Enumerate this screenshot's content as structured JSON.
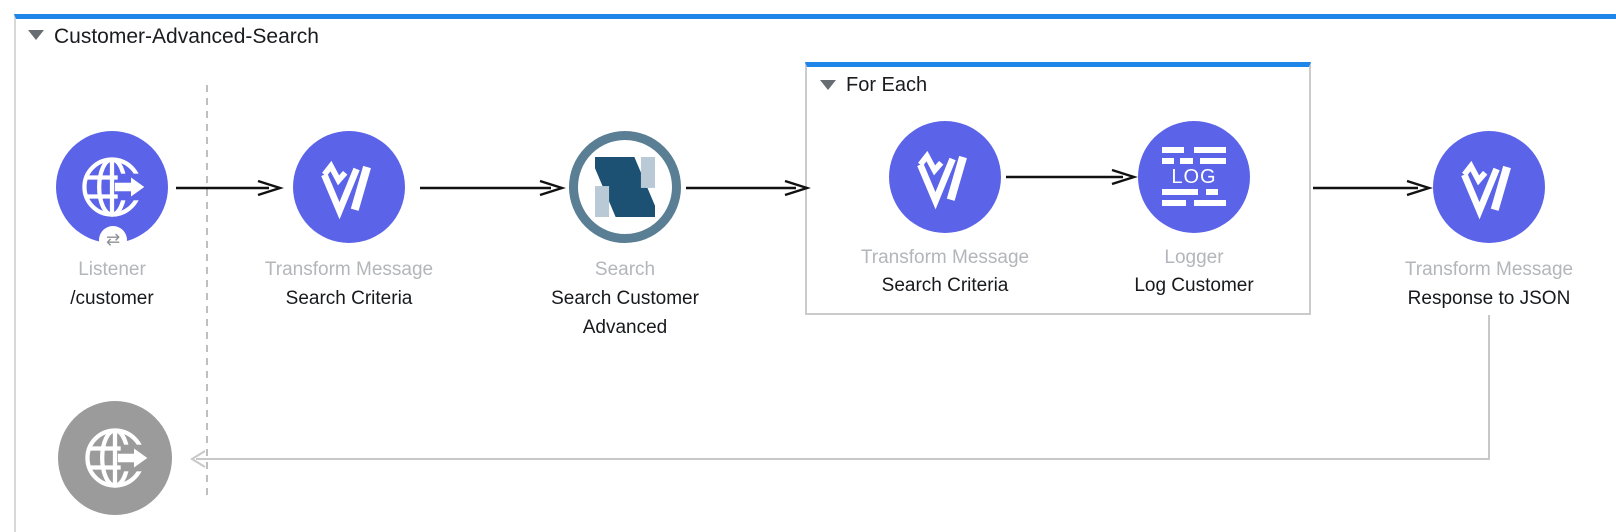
{
  "header": {
    "title": "Customer-Advanced-Search"
  },
  "scope": {
    "title": "For Each"
  },
  "nodes": {
    "listener": {
      "type": "Listener",
      "name": "/customer",
      "badge_glyph": "⇄"
    },
    "transform1": {
      "type": "Transform Message",
      "name": "Search Criteria"
    },
    "search": {
      "type": "Search",
      "name_line1": "Search Customer",
      "name_line2": "Advanced"
    },
    "transform2": {
      "type": "Transform Message",
      "name": "Search Criteria"
    },
    "logger": {
      "type": "Logger",
      "name": "Log Customer",
      "icon_text": "LOG"
    },
    "transform3": {
      "type": "Transform Message",
      "name": "Response to JSON"
    }
  },
  "colors": {
    "accent_blue": "#1e86e8",
    "node_purple": "#5b63e8",
    "node_gray": "#9b9b9b",
    "netsuite_ring": "#5a7e93",
    "netsuite_dark": "#1c5174",
    "netsuite_light": "#b9c9d5",
    "label_gray": "#b3b6ba",
    "label_black": "#17191c",
    "wire_black": "#111111",
    "wire_gray": "#c8c8c8"
  }
}
